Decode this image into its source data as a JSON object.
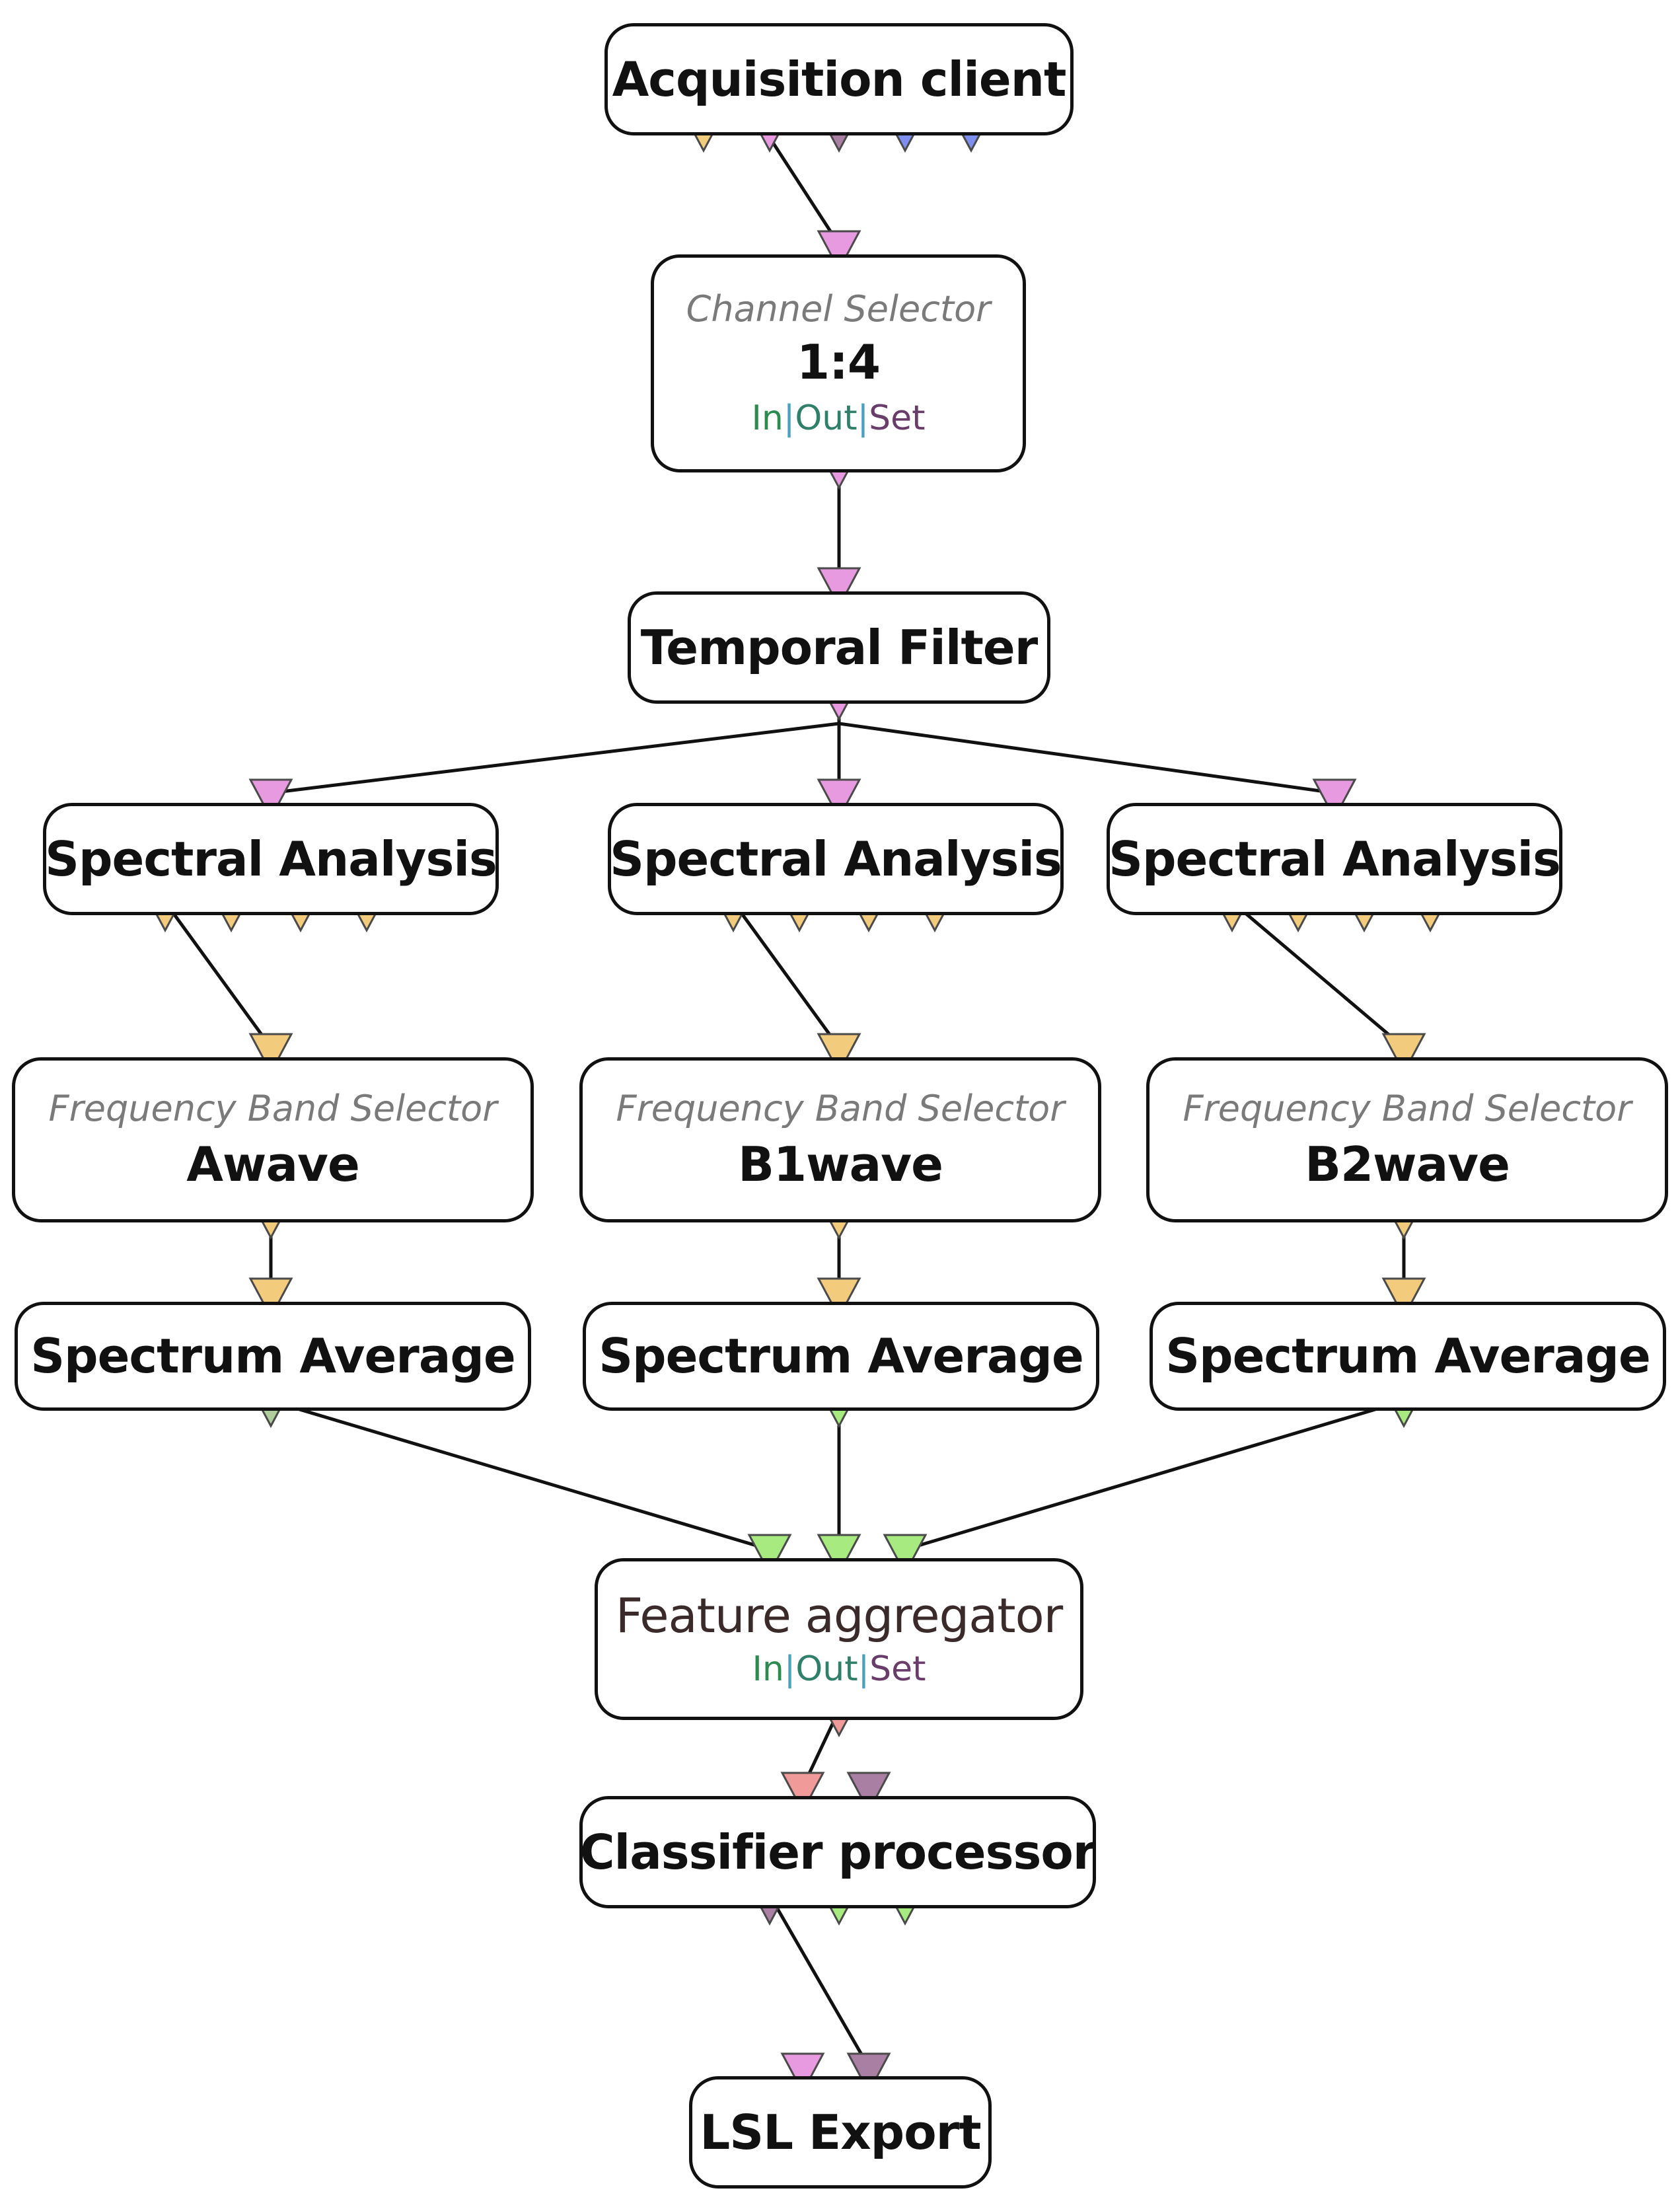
{
  "colors": {
    "orange": "#F3CB7D",
    "pink": "#E89AE0",
    "purple": "#A97FA3",
    "blue": "#7F8FEF",
    "green": "#A7EA7F",
    "sage": "#AFCE9C",
    "red": "#F09A9A"
  },
  "nodes": {
    "acquisition": {
      "title": "Acquisition client"
    },
    "channel_selector": {
      "subtitle": "Channel Selector",
      "title": "1:4",
      "msg": {
        "in": "In",
        "out": "Out",
        "set": "Set"
      }
    },
    "temporal_filter": {
      "title": "Temporal Filter"
    },
    "spectral_1": {
      "title": "Spectral Analysis"
    },
    "spectral_2": {
      "title": "Spectral Analysis"
    },
    "spectral_3": {
      "title": "Spectral Analysis"
    },
    "band_1": {
      "subtitle": "Frequency Band Selector",
      "title": "Awave"
    },
    "band_2": {
      "subtitle": "Frequency Band Selector",
      "title": "B1wave"
    },
    "band_3": {
      "subtitle": "Frequency Band Selector",
      "title": "B2wave"
    },
    "average_1": {
      "title": "Spectrum Average"
    },
    "average_2": {
      "title": "Spectrum Average"
    },
    "average_3": {
      "title": "Spectrum Average"
    },
    "feature_aggregator": {
      "title": "Feature aggregator",
      "msg": {
        "in": "In",
        "out": "Out",
        "set": "Set"
      }
    },
    "classifier": {
      "title": "Classifier processor"
    },
    "lsl_export": {
      "title": "LSL Export"
    }
  }
}
